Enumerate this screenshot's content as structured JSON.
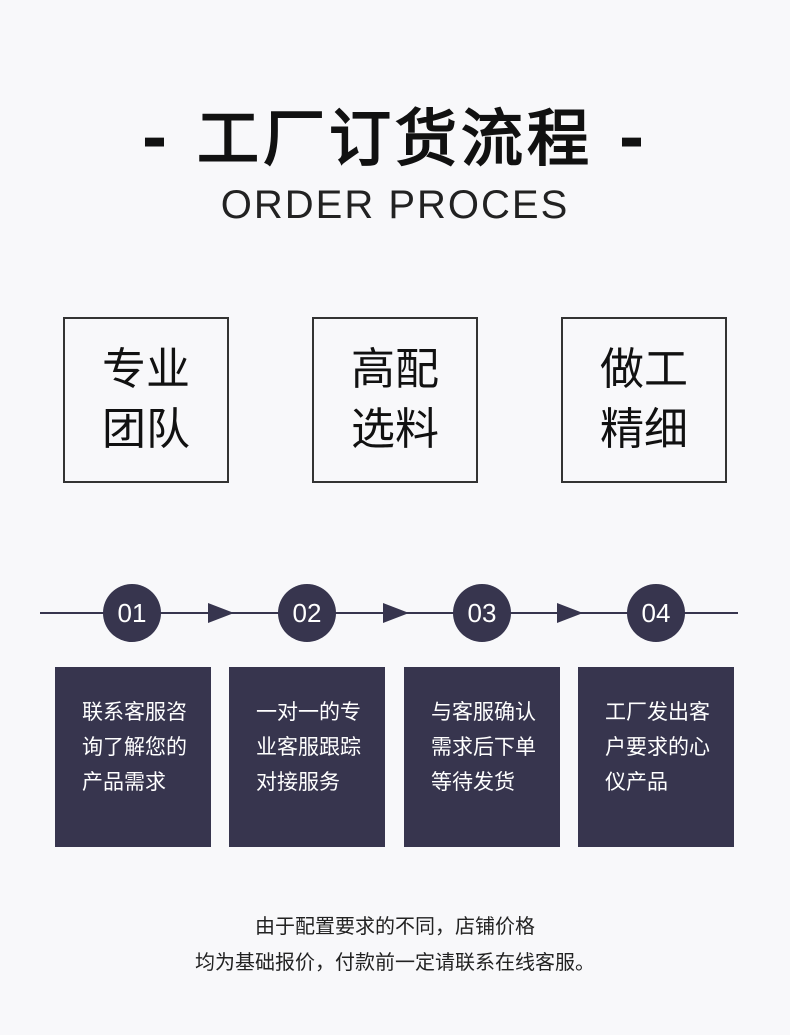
{
  "header": {
    "title": "- 工厂订货流程 -",
    "subtitle": "ORDER PROCES"
  },
  "features": [
    {
      "line1": "专业",
      "line2": "团队"
    },
    {
      "line1": "高配",
      "line2": "选料"
    },
    {
      "line1": "做工",
      "line2": "精细"
    }
  ],
  "steps": [
    {
      "number": "01",
      "lines": [
        "联系客服咨",
        "询了解您的",
        "产品需求"
      ]
    },
    {
      "number": "02",
      "lines": [
        "一对一的专",
        "业客服跟踪",
        "对接服务"
      ]
    },
    {
      "number": "03",
      "lines": [
        "与客服确认",
        "需求后下单",
        "等待发货"
      ]
    },
    {
      "number": "04",
      "lines": [
        "工厂发出客",
        "户要求的心",
        "仪产品"
      ]
    }
  ],
  "note": {
    "line1": "由于配置要求的不同，店铺价格",
    "line2": "均为基础报价，付款前一定请联系在线客服。"
  },
  "colors": {
    "accent": "#37354e"
  }
}
